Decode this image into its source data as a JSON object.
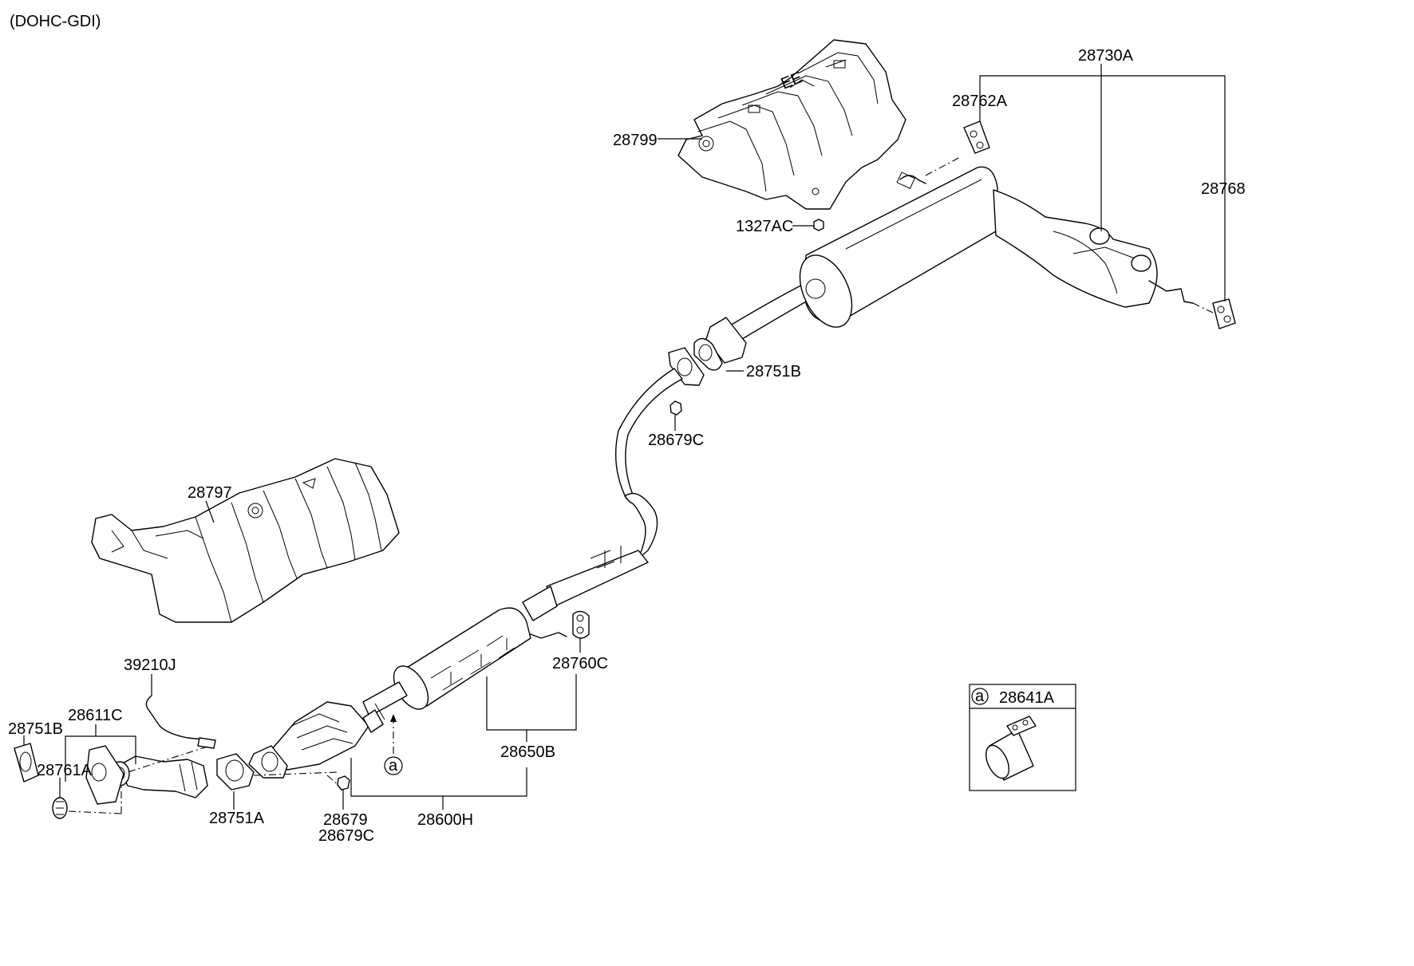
{
  "engine_variant": "(DOHC-GDI)",
  "callouts": {
    "p28730A": "28730A",
    "p28762A": "28762A",
    "p28768": "28768",
    "p28799": "28799",
    "p1327AC": "1327AC",
    "p28751B_upper": "28751B",
    "p28679C_upper": "28679C",
    "p28797": "28797",
    "p39210J": "39210J",
    "p28760C": "28760C",
    "p28751B_lower": "28751B",
    "p28611C": "28611C",
    "p28761A": "28761A",
    "p28751A": "28751A",
    "p28679": "28679",
    "p28679C_lower": "28679C",
    "p28600H": "28600H",
    "p28650B": "28650B"
  },
  "ref_marker": "a",
  "inset": {
    "ref_marker": "a",
    "part_number": "28641A"
  }
}
